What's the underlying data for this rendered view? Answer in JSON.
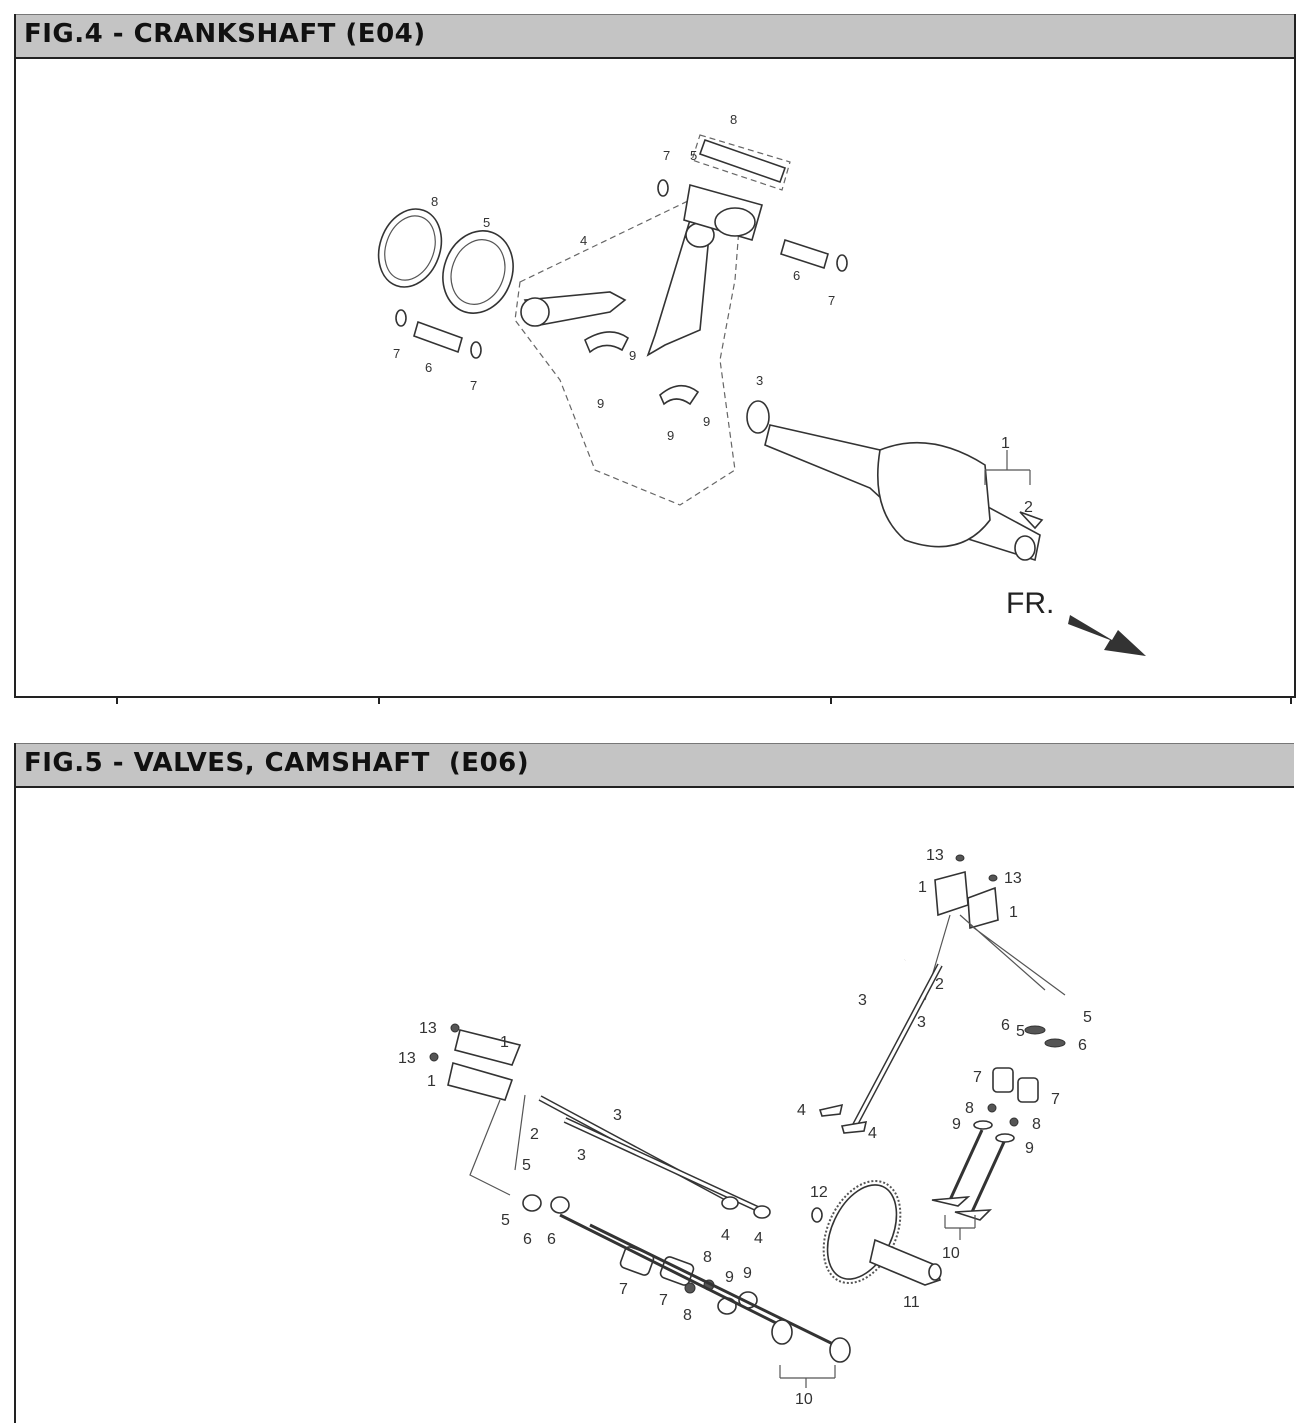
{
  "fig4": {
    "title": "FIG.4 - CRANKSHAFT (E04)",
    "front_label": "FR.",
    "callouts": [
      "1",
      "2",
      "3",
      "4",
      "5",
      "5",
      "6",
      "6",
      "7",
      "7",
      "7",
      "7",
      "8",
      "8",
      "9",
      "9",
      "9",
      "9"
    ]
  },
  "fig5": {
    "title": "FIG.5 - VALVES, CAMSHAFT  (E06)",
    "callouts": [
      "13",
      "13",
      "1",
      "1",
      "13",
      "13",
      "1",
      "1",
      "2",
      "2",
      "3",
      "3",
      "3",
      "3",
      "4",
      "4",
      "4",
      "4",
      "5",
      "5",
      "5",
      "5",
      "6",
      "6",
      "6",
      "6",
      "7",
      "7",
      "7",
      "7",
      "8",
      "8",
      "8",
      "8",
      "9",
      "9",
      "9",
      "9",
      "10",
      "10",
      "11",
      "12"
    ]
  }
}
